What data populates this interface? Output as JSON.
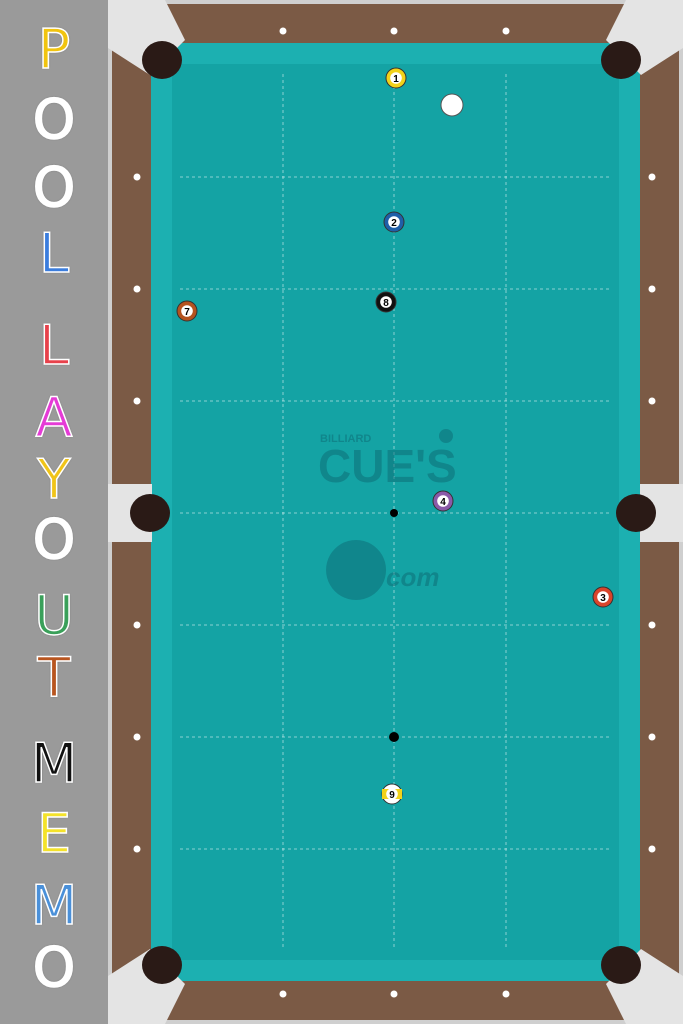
{
  "app": {
    "title_letters": [
      "P",
      "O",
      "O",
      "L",
      "L",
      "A",
      "Y",
      "O",
      "U",
      "T",
      "M",
      "E",
      "M",
      "O"
    ],
    "title_colors": [
      "#f1c40f",
      "#ffffff",
      "#ffffff",
      "#3b7ddd",
      "#e7414b",
      "#e53bd6",
      "#f0c419",
      "#ffffff",
      "#3aa05a",
      "#b8551f",
      "#111111",
      "#f4e22a",
      "#4a90d9",
      "#ffffff"
    ]
  },
  "colors": {
    "felt": "#14a3a4",
    "cushion": "#1cb0b1",
    "rail_wood": "#7b5a45",
    "corner_plate": "#e4e4e4",
    "pocket": "#2a1a16",
    "background": "#9a9a9a"
  },
  "logo": {
    "small_text": "BILLIARD",
    "main_text": "CUE'S",
    "com_text": "com"
  },
  "balls": [
    {
      "label": "1",
      "color": "#f2d21a",
      "striped": false
    },
    {
      "label": "2",
      "color": "#1f5fa8",
      "striped": false
    },
    {
      "label": "3",
      "color": "#d9442b",
      "striped": false
    },
    {
      "label": "4",
      "color": "#8a5aa8",
      "striped": false
    },
    {
      "label": "7",
      "color": "#b5531f",
      "striped": false
    },
    {
      "label": "8",
      "color": "#111111",
      "striped": false
    },
    {
      "label": "9",
      "color": "#f2d21a",
      "striped": true
    }
  ],
  "cue_ball": {
    "label": "cue-ball",
    "color": "#ffffff"
  }
}
